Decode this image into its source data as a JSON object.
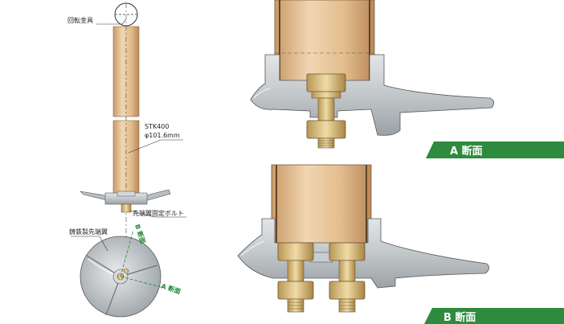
{
  "labels": {
    "rotating_fitting": "回転金具",
    "pipe_spec_line1": "STK400",
    "pipe_spec_line2": "φ101.6mm",
    "tip_bolt": "先端翼固定ボルト",
    "cast_tip": "鋳鉄製先端翼",
    "section_b_mark": "B 断面",
    "section_a_mark": "A 断面"
  },
  "banners": {
    "section_a": "A 断面",
    "section_b": "B 断面"
  },
  "colors": {
    "pipe": "#e9c9a0",
    "pipe_shade": "#d7ad7b",
    "metal": "#c9cdd0",
    "metal_dark": "#8f9599",
    "bolt": "#d9c08a",
    "banner": "#2e8b3e"
  }
}
